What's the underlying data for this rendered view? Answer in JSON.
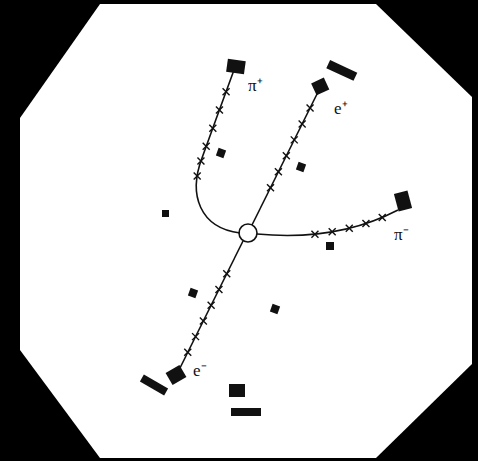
{
  "diagram": {
    "labels": [
      "π⁺",
      "e⁺",
      "π⁻",
      "e⁻"
    ]
  }
}
